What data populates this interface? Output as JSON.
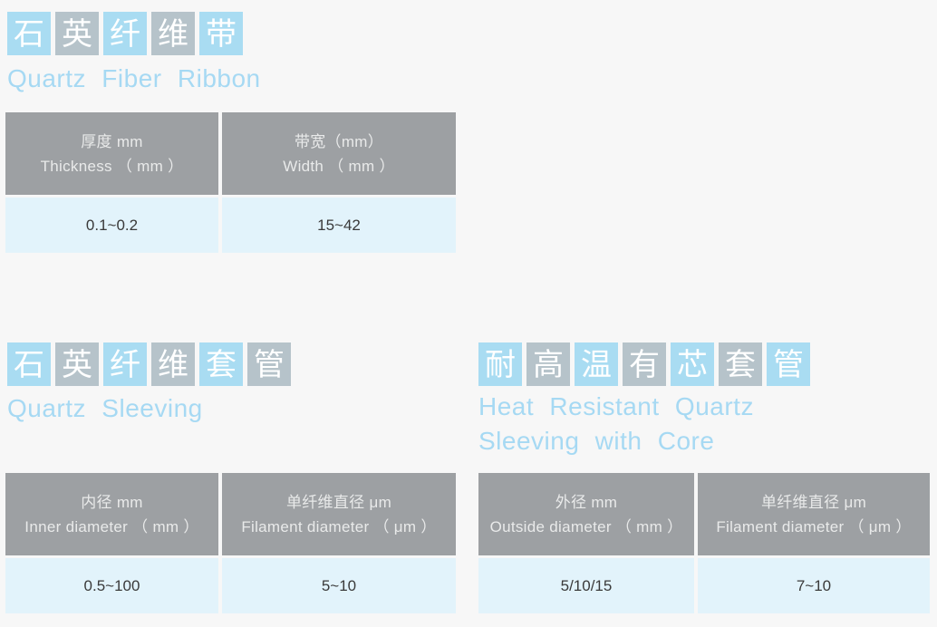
{
  "page": {
    "type": "product-catalog-page",
    "background": "#f7f7f7",
    "colors": {
      "tile_blue": "#a9dcf2",
      "tile_gray": "#b6c3ca",
      "english_title_text": "#a6d9f3",
      "tile_char_text": "#ffffff",
      "table_header_bg": "#9da0a3",
      "table_header_text": "#e9eaea",
      "table_row_bg": "#e2f3fb",
      "value_text": "#3a3a3a"
    }
  },
  "sections": [
    {
      "id": "quartz-fiber-ribbon",
      "chinese_title": "石英纤维带",
      "tiles": [
        "石",
        "英",
        "纤",
        "维",
        "带"
      ],
      "english_title_lines": [
        "Quartz Fiber Ribbon"
      ],
      "table": {
        "columns": [
          {
            "header_cn": "厚度 mm",
            "header_en": "Thickness （ mm ）",
            "value": "0.1~0.2"
          },
          {
            "header_cn": "带宽（mm）",
            "header_en": "Width （ mm ）",
            "value": "15~42"
          }
        ]
      }
    },
    {
      "id": "quartz-sleeving",
      "chinese_title": "石英纤维套管",
      "tiles": [
        "石",
        "英",
        "纤",
        "维",
        "套",
        "管"
      ],
      "english_title_lines": [
        "Quartz Sleeving"
      ],
      "table": {
        "columns": [
          {
            "header_cn": "内径 mm",
            "header_en": "Inner diameter （ mm ）",
            "value": "0.5~100"
          },
          {
            "header_cn": "单纤维直径 μm",
            "header_en": "Filament diameter （ μm ）",
            "value": "5~10"
          }
        ]
      }
    },
    {
      "id": "heat-resistant-quartz-sleeving-with-core",
      "chinese_title": "耐高温有芯套管",
      "tiles": [
        "耐",
        "高",
        "温",
        "有",
        "芯",
        "套",
        "管"
      ],
      "english_title_lines": [
        "Heat Resistant Quartz",
        "Sleeving with Core"
      ],
      "table": {
        "columns": [
          {
            "header_cn": "外径 mm",
            "header_en": "Outside diameter （ mm ）",
            "value": "5/10/15"
          },
          {
            "header_cn": "单纤维直径 μm",
            "header_en": "Filament diameter （ μm ）",
            "value": "7~10"
          }
        ]
      }
    }
  ]
}
